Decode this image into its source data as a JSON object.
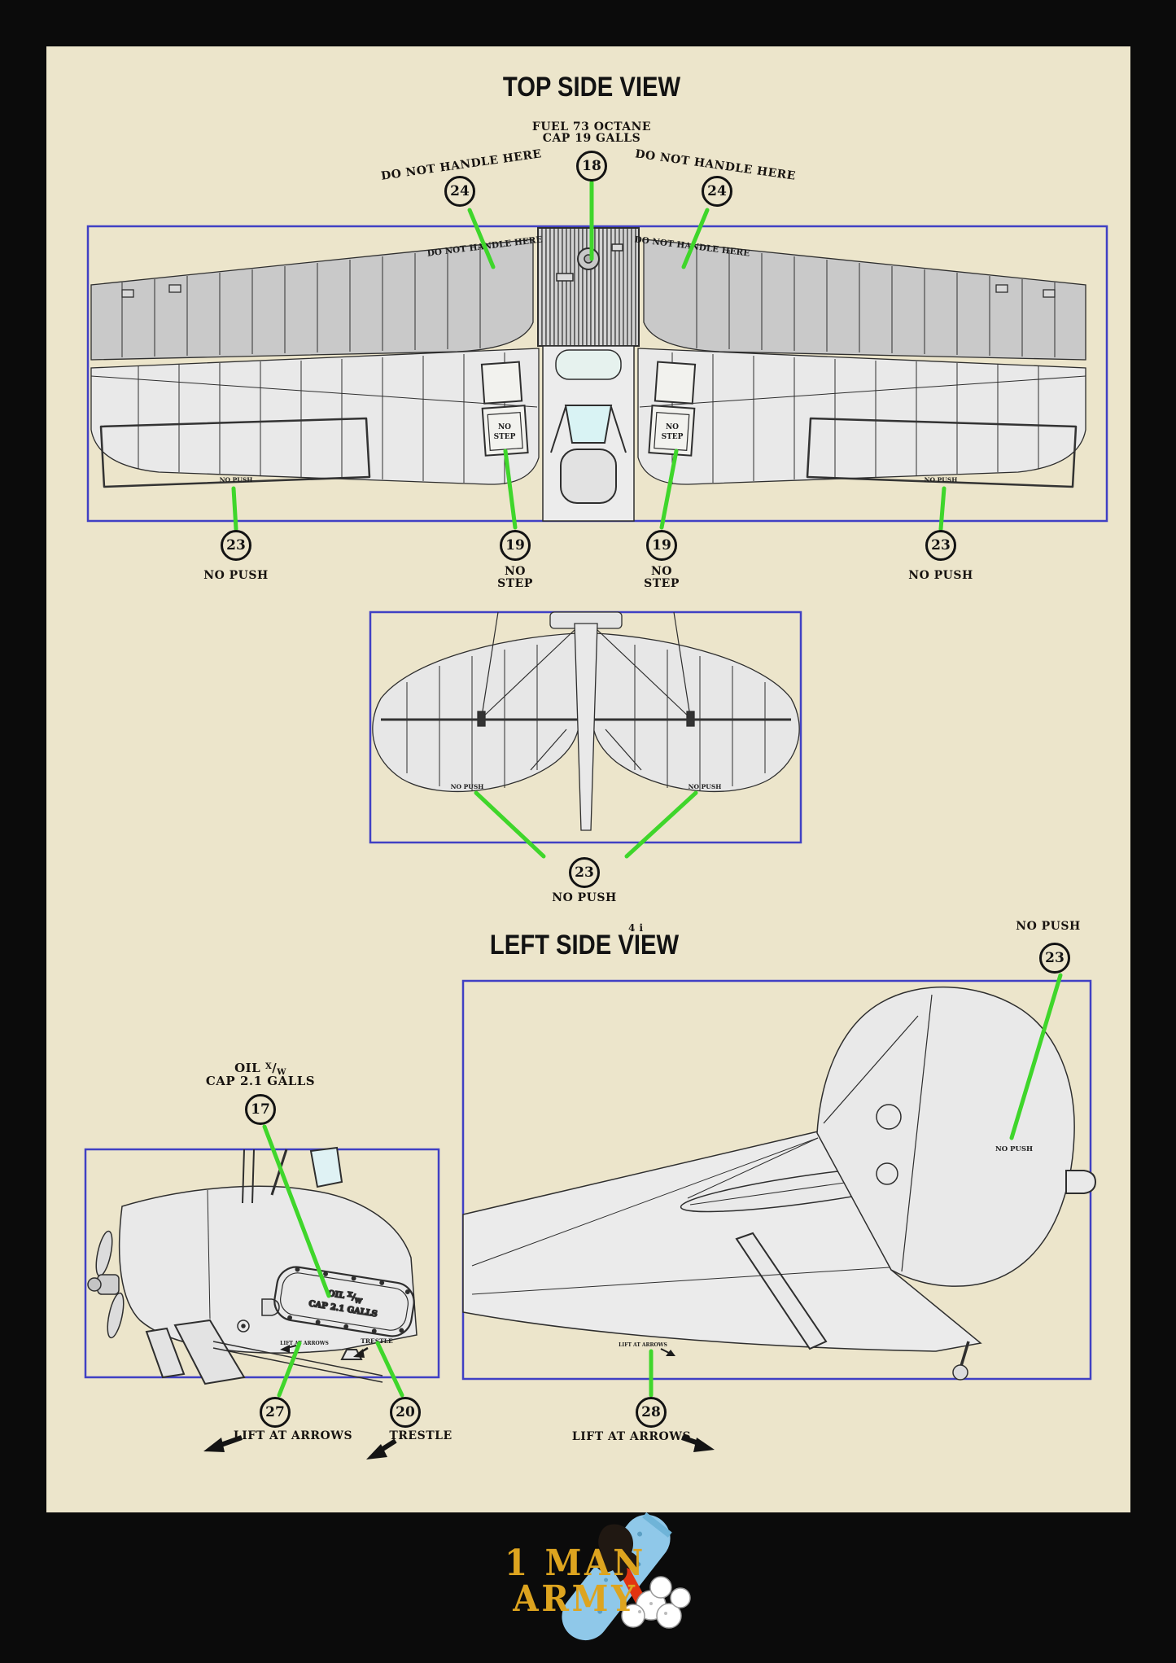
{
  "page": {
    "background": "#0b0b0b",
    "panel": "#ece5cb"
  },
  "colors": {
    "callout_green": "#3fd62b",
    "box_border": "#4040c4",
    "ink": "#171310",
    "logo_yellow": "#dda41f",
    "logo_blue": "#8fc8e9",
    "logo_red": "#e23411"
  },
  "top_view": {
    "title": "TOP SIDE VIEW",
    "fuel_line1": "FUEL 73 OCTANE",
    "fuel_line2": "CAP 19 GALLS",
    "fuel_num": "18",
    "handle_label": "DO NOT HANDLE HERE",
    "handle_num": "24",
    "no_push_label": "NO PUSH",
    "no_push_num": "23",
    "no_step_line1": "NO",
    "no_step_line2": "STEP",
    "no_step_num": "19"
  },
  "tail_view": {
    "no_push_label": "NO PUSH",
    "no_push_num": "23"
  },
  "left_view": {
    "title": "LEFT SIDE VIEW",
    "title_note": "4 i",
    "no_push_label": "NO PUSH",
    "no_push_num": "23",
    "lift_label": "LIFT AT ARROWS",
    "lift_num": "28"
  },
  "nose_view": {
    "oil_word": "OIL",
    "oil_frac_num": "X",
    "oil_frac_slash": "/",
    "oil_frac_den": "W",
    "oil_line2": "CAP 2.1 GALLS",
    "oil_num": "17",
    "lift_label": "LIFT AT ARROWS",
    "lift_num": "27",
    "trestle_label": "TRESTLE",
    "trestle_num": "20"
  },
  "logo": {
    "line1": "1 MAN",
    "line2": "ARMY"
  }
}
